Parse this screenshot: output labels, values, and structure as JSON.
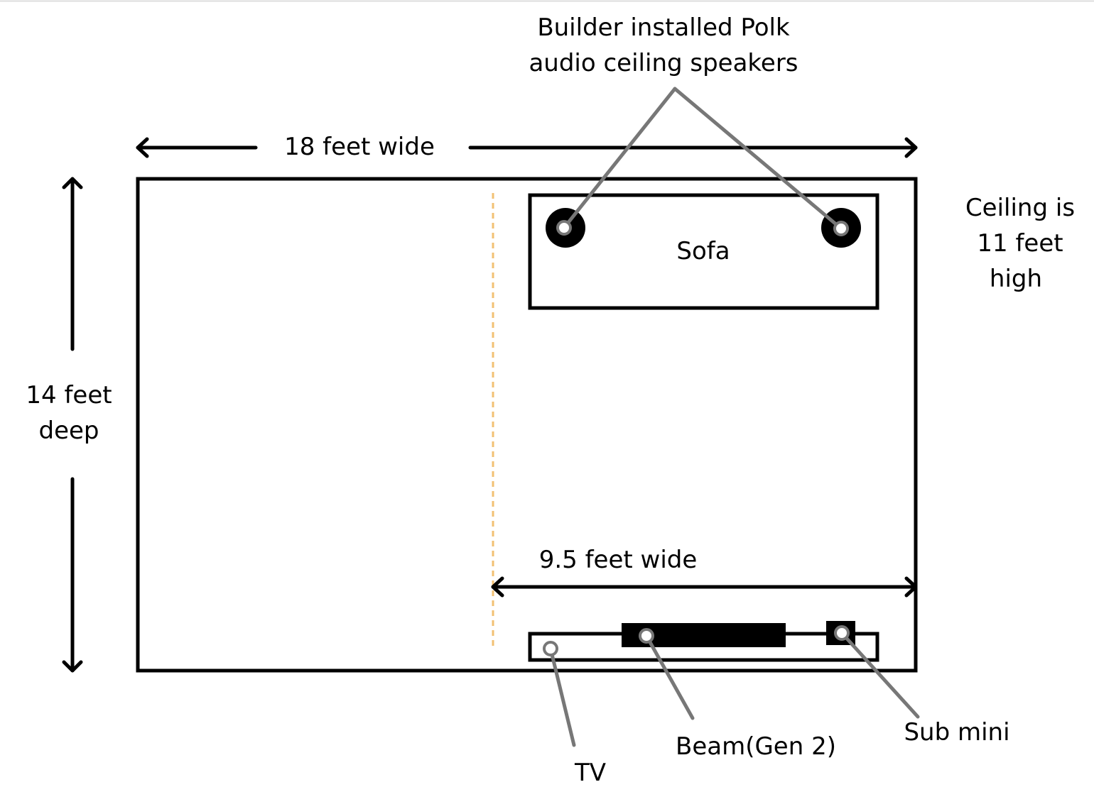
{
  "labels": {
    "room_width": "18 feet wide",
    "room_depth_line1": "14 feet",
    "room_depth_line2": "deep",
    "ceiling_line1": "Ceiling is",
    "ceiling_line2": "11 feet",
    "ceiling_line3": "high",
    "speakers_line1": "Builder installed Polk",
    "speakers_line2": "audio ceiling speakers",
    "sofa": "Sofa",
    "section_width": "9.5 feet wide",
    "tv": "TV",
    "beam": "Beam(Gen 2)",
    "sub": "Sub mini"
  },
  "colors": {
    "outline": "#000000",
    "leader": "#777777",
    "divider": "#f2c073"
  }
}
